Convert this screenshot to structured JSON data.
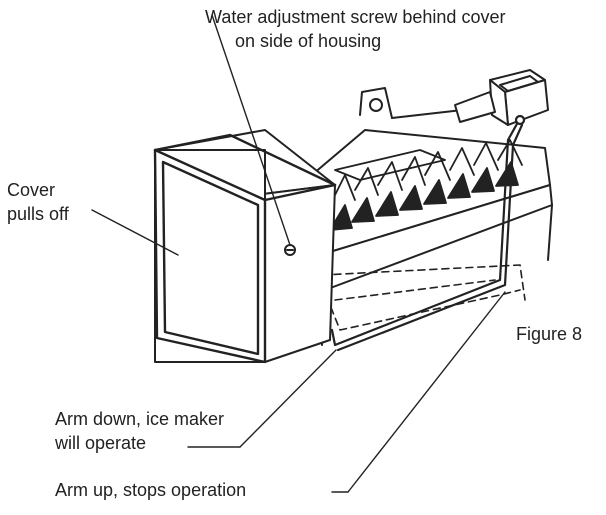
{
  "annotations": {
    "water_adjustment": {
      "line1": "Water adjustment screw behind cover",
      "line2": "on side of housing"
    },
    "cover": {
      "line1": "Cover",
      "line2": "pulls off"
    },
    "arm_down": {
      "line1": "Arm down, ice maker",
      "line2": "will operate"
    },
    "arm_up": "Arm up, stops operation"
  },
  "figure_caption": "Figure 8",
  "colors": {
    "ink": "#222222",
    "background": "#ffffff"
  }
}
